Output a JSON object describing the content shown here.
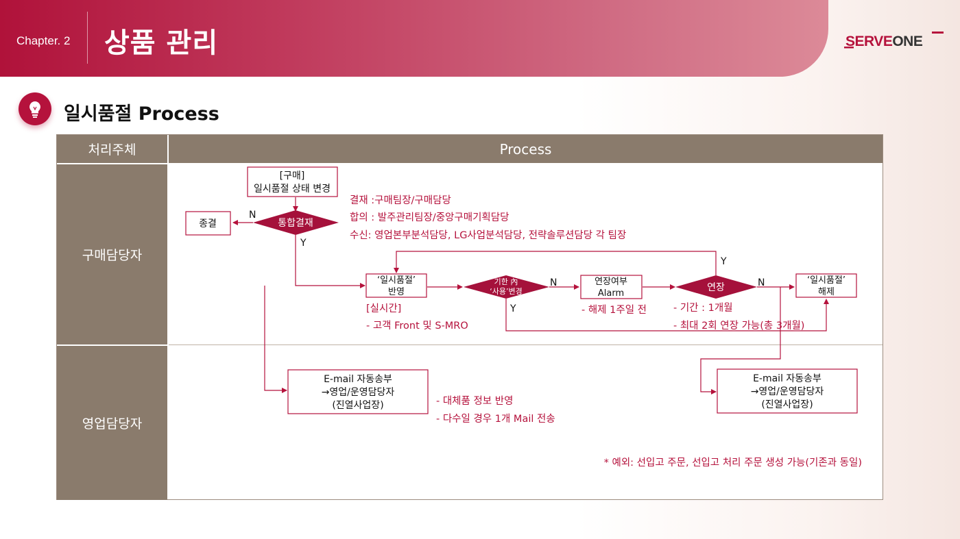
{
  "header": {
    "chapter": "Chapter. 2",
    "title": "상품 관리",
    "logo_first": "S",
    "logo_middle": "ERVE",
    "logo_last": "ONE"
  },
  "section": {
    "icon": "lightbulb-icon",
    "title": "일시품절 Process"
  },
  "table": {
    "col_actor": "처리주체",
    "col_process": "Process",
    "roles": [
      "구매담당자",
      "영업담당자"
    ]
  },
  "flow": {
    "box_purchase_line1": "[구매]",
    "box_purchase_line2": "일시품절 상태 변경",
    "box_end": "종결",
    "decision_approval": "통합결재",
    "approval_notes": [
      "결재 :구매팀장/구매담당",
      "합의 : 발주관리팀장/중앙구매기획담당",
      "수신: 영업본부분석담당, LG사업분석담당, 전략솔루션담당 각 팀장"
    ],
    "box_reflect_line1": "‘일시품절’",
    "box_reflect_line2": "반영",
    "reflect_notes": [
      "[실시간]",
      "- 고객 Front 및 S-MRO"
    ],
    "decision_period_line1": "기한 內",
    "decision_period_line2": "‘사용’변경",
    "box_alarm_line1": "연장여부",
    "box_alarm_line2": "Alarm",
    "alarm_note": "- 해제 1주일 전",
    "decision_extend": "연장",
    "extend_notes": [
      "- 기간 : 1개월",
      "- 최대 2회 연장 가능(총 3개월)"
    ],
    "box_release_line1": "‘일시품절’",
    "box_release_line2": "해제",
    "email_line1": "E-mail 자동송부",
    "email_line2": "→영업/운영담당자",
    "email_line3": "(진열사업장)",
    "email_notes": [
      "- 대체품 정보 반영",
      "- 다수일 경우 1개 Mail 전송"
    ],
    "label_y": "Y",
    "label_n": "N",
    "footnote": "* 예외: 선입고 주문, 선입고 처리 주문 생성 가능(기존과 동일)"
  },
  "colors": {
    "brand_red": "#b5123c",
    "role_brown": "#8a7b6c"
  }
}
